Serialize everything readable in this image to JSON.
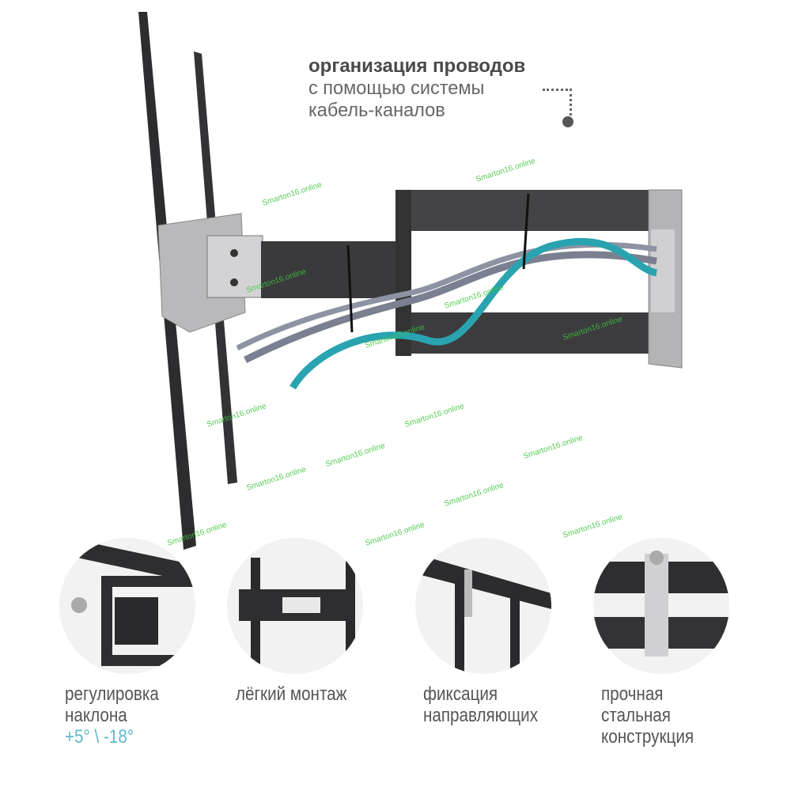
{
  "callout": {
    "title": "организация проводов",
    "line2": "с помощью системы",
    "line3": "кабель-каналов"
  },
  "features": [
    {
      "lines": [
        "регулировка",
        "наклона"
      ],
      "accent": "+5° \\ -18°",
      "icon": "tilt-joint-closeup"
    },
    {
      "lines": [
        "лёгкий монтаж"
      ],
      "icon": "wall-plate-closeup"
    },
    {
      "lines": [
        "фиксация",
        "направляющих"
      ],
      "icon": "rail-lock-closeup"
    },
    {
      "lines": [
        "прочная",
        "стальная",
        "конструкция"
      ],
      "icon": "steel-arm-closeup"
    }
  ],
  "watermark": "Smarton16.online",
  "colors": {
    "accent": "#5fb9c9",
    "text": "#555555",
    "cable_teal": "#2aa3b0",
    "metal_dark": "#3a3a3c",
    "watermark": "#3cc43c"
  }
}
